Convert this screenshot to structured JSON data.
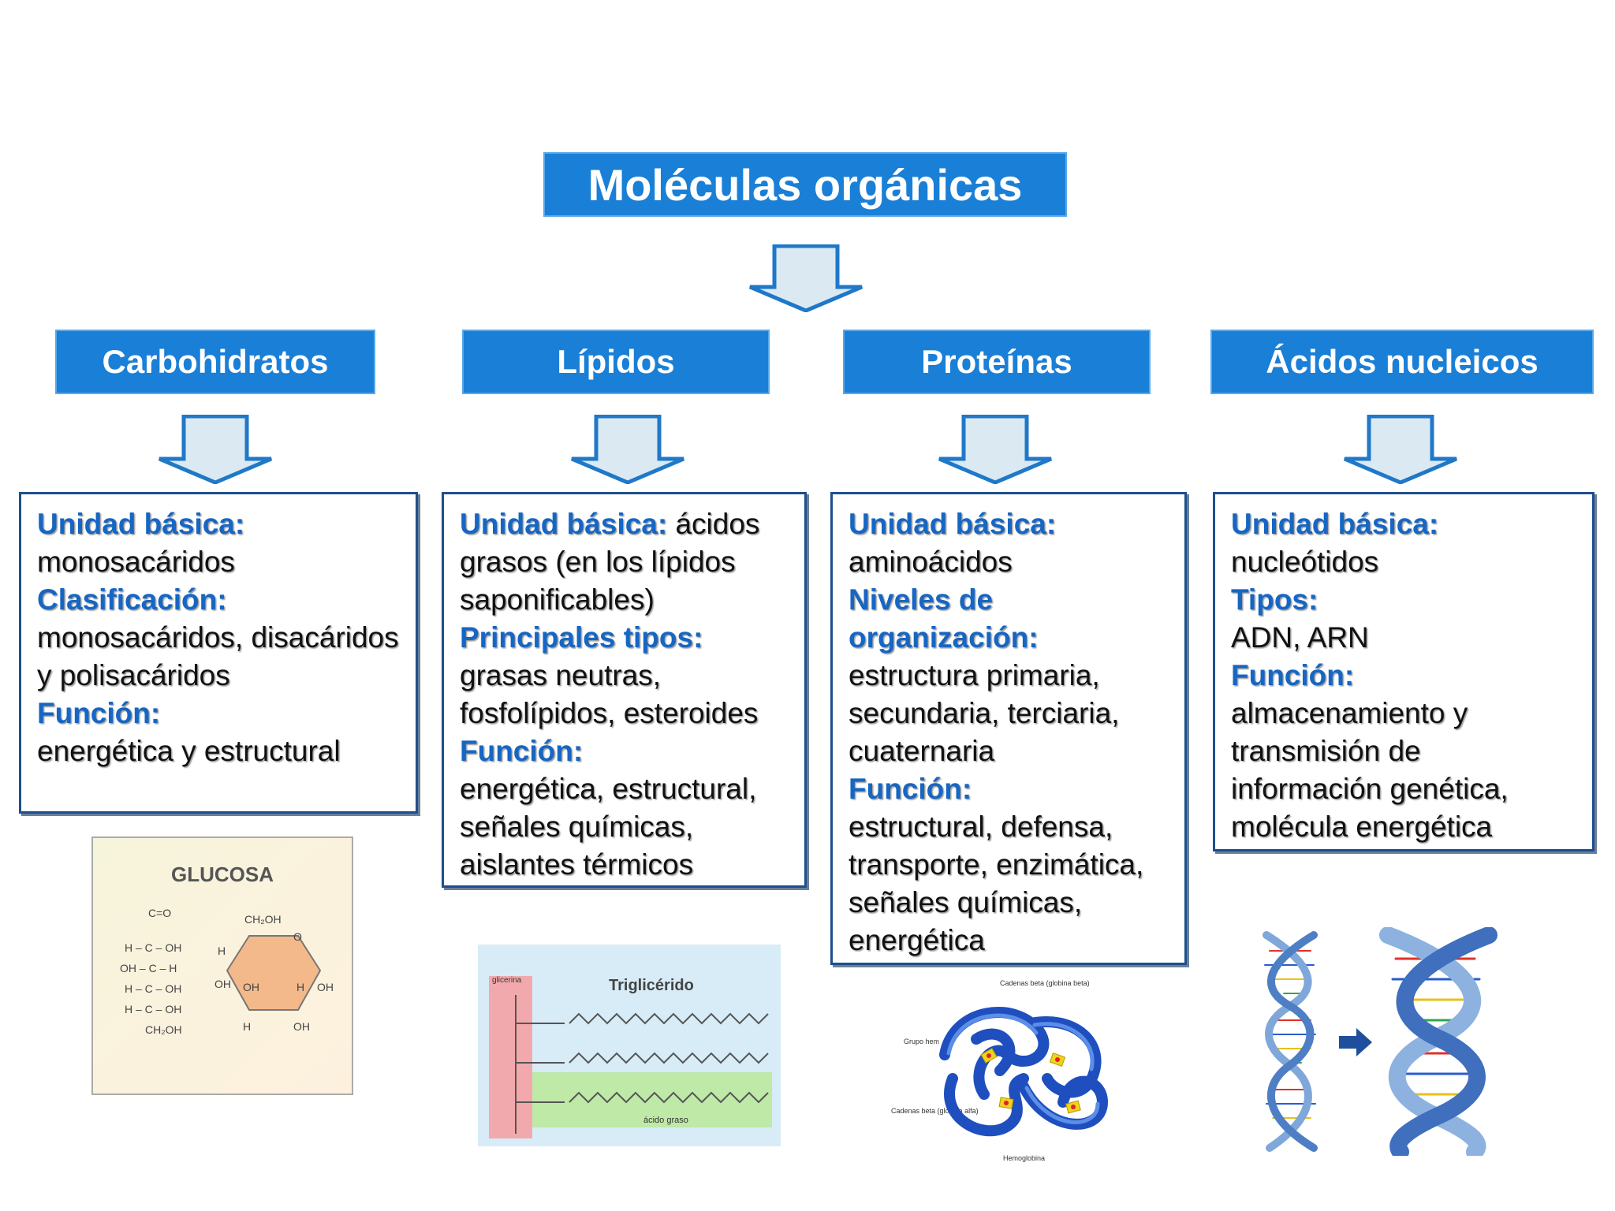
{
  "title": "Moléculas orgánicas",
  "categories": [
    {
      "name": "Carbohidratos",
      "unidad_label": "Unidad básica:",
      "unidad_value": "monosacáridos",
      "second_label": "Clasificación:",
      "second_value": "monosacáridos, disacáridos y polisacáridos",
      "funcion_label": "Función:",
      "funcion_value": "energética y estructural"
    },
    {
      "name": "Lípidos",
      "unidad_label": "Unidad básica:",
      "unidad_value": "ácidos grasos (en los lípidos saponificables)",
      "second_label": "Principales tipos:",
      "second_value": "grasas neutras, fosfolípidos, esteroides",
      "funcion_label": "Función:",
      "funcion_value": "energética, estructural, señales químicas, aislantes térmicos"
    },
    {
      "name": "Proteínas",
      "unidad_label": "Unidad básica:",
      "unidad_value": "aminoácidos",
      "second_label": "Niveles de organización:",
      "second_value": "estructura primaria, secundaria, terciaria, cuaternaria",
      "funcion_label": "Función:",
      "funcion_value": "estructural, defensa, transporte, enzimática, señales químicas, energética"
    },
    {
      "name": "Ácidos nucleicos",
      "unidad_label": "Unidad básica:",
      "unidad_value": "nucleótidos",
      "second_label": "Tipos:",
      "second_value": "ADN, ARN",
      "funcion_label": "Función:",
      "funcion_value": "almacenamiento y transmisión de información genética, molécula energética"
    }
  ],
  "figures": {
    "glucosa": {
      "title": "GLUCOSA",
      "linear": [
        "C=O",
        "H – C – OH",
        "OH – C – H",
        "H – C – OH",
        "H – C – OH",
        "CH₂OH"
      ],
      "ring_labels": [
        "CH₂OH",
        "O",
        "H",
        "OH",
        "OH",
        "H",
        "OH",
        "H",
        "OH"
      ]
    },
    "trigliceridos": {
      "title": "Triglicérido",
      "glicerina_label": "glicerina",
      "acido_label": "ácido graso"
    },
    "hemoglobina": {
      "label_beta_top": "Cadenas beta (globina beta)",
      "label_hem": "Grupo hem",
      "label_alfa": "Cadenas beta (globina alfa)",
      "label_bottom": "Hemoglobina"
    }
  }
}
